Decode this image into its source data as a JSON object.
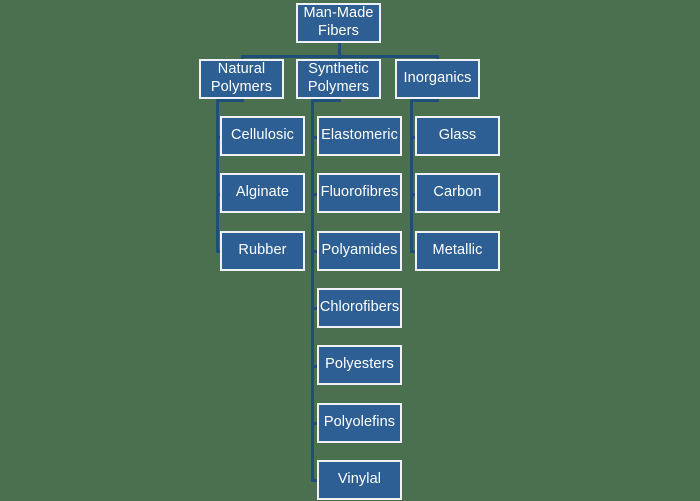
{
  "diagram": {
    "title": "Man-Made Fibers classification chart",
    "type": "tree-hierarchy",
    "background_color": "#4a7050",
    "node_fill_color": "#2e5f94",
    "node_border_color": "#eef2f6",
    "node_text_color": "#ffffff",
    "connector_color": "#1f4e79"
  },
  "nodes": {
    "root": {
      "label": "Man-Made\nFibers"
    },
    "branches": [
      {
        "label": "Natural\nPolymers"
      },
      {
        "label": "Synthetic\nPolymers"
      },
      {
        "label": "Inorganics"
      }
    ],
    "natural_polymers_children": [
      {
        "label": "Cellulosic"
      },
      {
        "label": "Alginate"
      },
      {
        "label": "Rubber"
      }
    ],
    "synthetic_polymers_children": [
      {
        "label": "Elastomeric"
      },
      {
        "label": "Fluorofibres"
      },
      {
        "label": "Polyamides"
      },
      {
        "label": "Chlorofibers"
      },
      {
        "label": "Polyesters"
      },
      {
        "label": "Polyolefins"
      },
      {
        "label": "Vinylal"
      }
    ],
    "inorganics_children": [
      {
        "label": "Glass"
      },
      {
        "label": "Carbon"
      },
      {
        "label": "Metallic"
      }
    ]
  }
}
